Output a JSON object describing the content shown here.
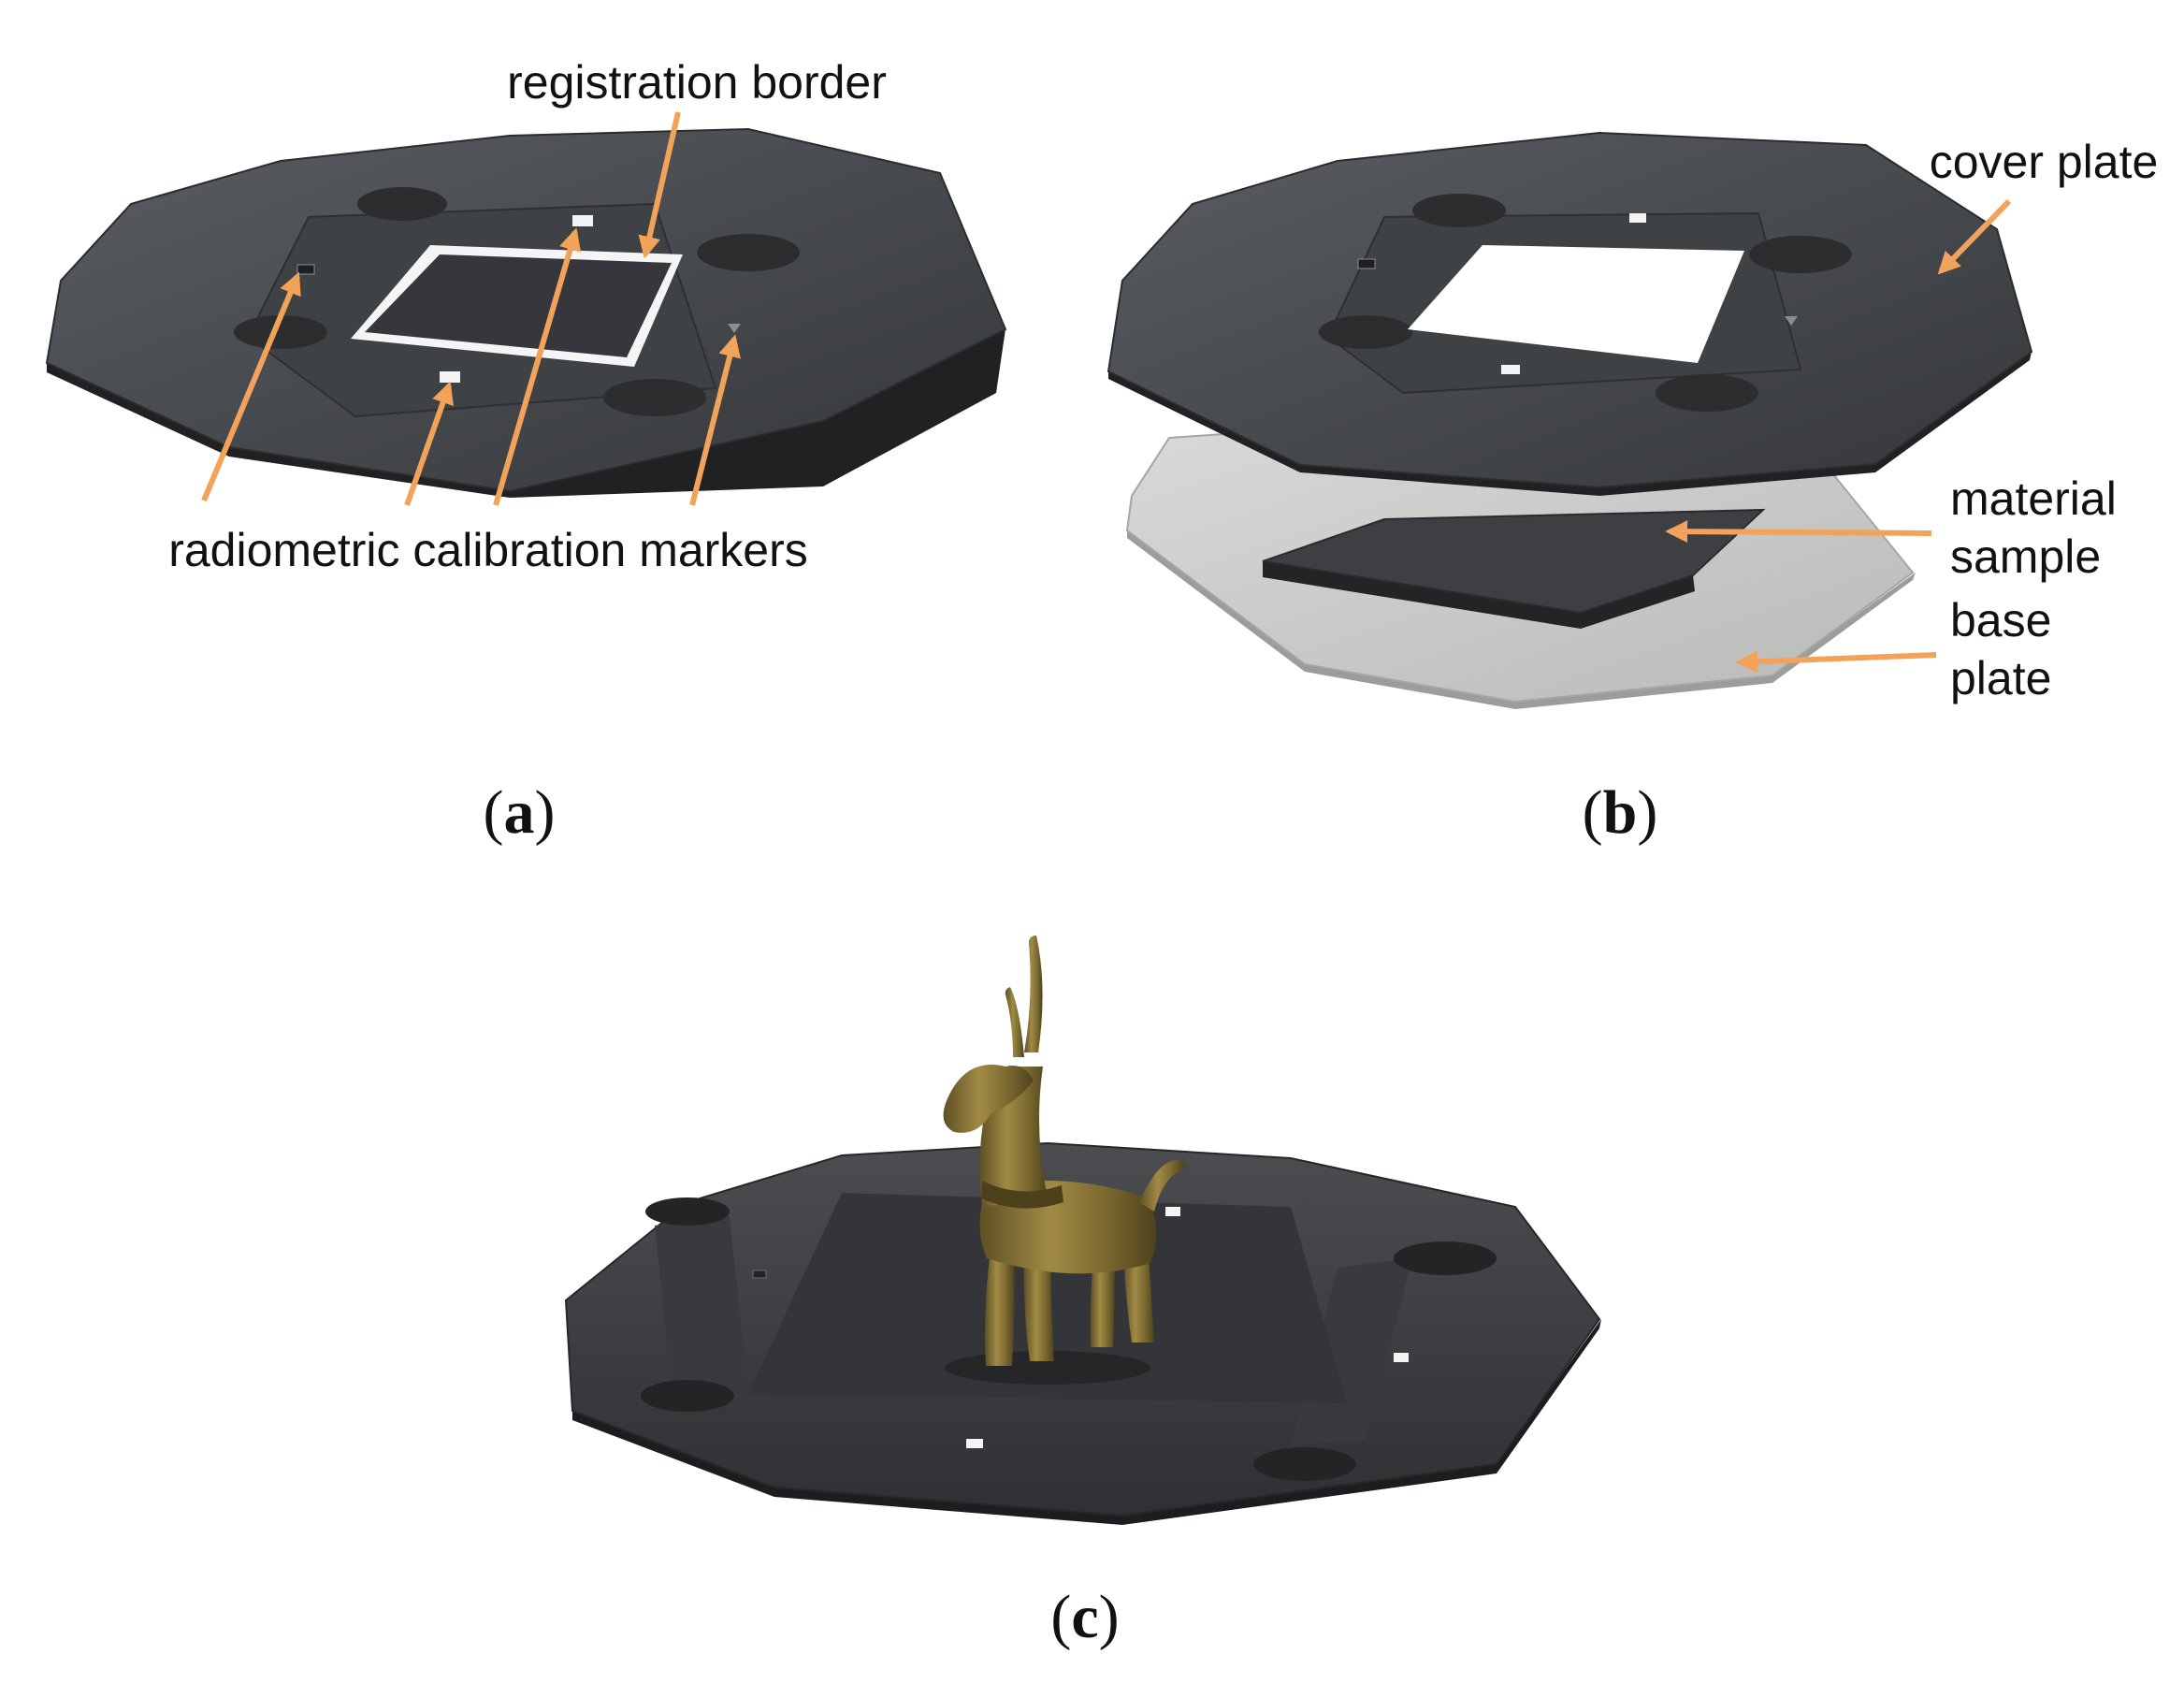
{
  "colors": {
    "arrow": "#f3a25a",
    "dark_plate": "#4a4d50",
    "dark_plate_edge": "#222426",
    "base_plate": "#cfd0cd",
    "sample": "#3c3d40",
    "bronze": "#8e7b3a",
    "marker": "#f4f4f4"
  },
  "panels": {
    "a": {
      "label_open": "(",
      "label_letter": "a",
      "label_close": ")",
      "annotations": {
        "registration_border": "registration border",
        "radiometric_markers": "radiometric calibration markers"
      }
    },
    "b": {
      "label_open": "(",
      "label_letter": "b",
      "label_close": ")",
      "annotations": {
        "cover_plate": "cover plate",
        "material_line1": "material",
        "material_line2": "sample",
        "base_line1": "base",
        "base_line2": "plate"
      }
    },
    "c": {
      "label_open": "(",
      "label_letter": "c",
      "label_close": ")"
    }
  }
}
